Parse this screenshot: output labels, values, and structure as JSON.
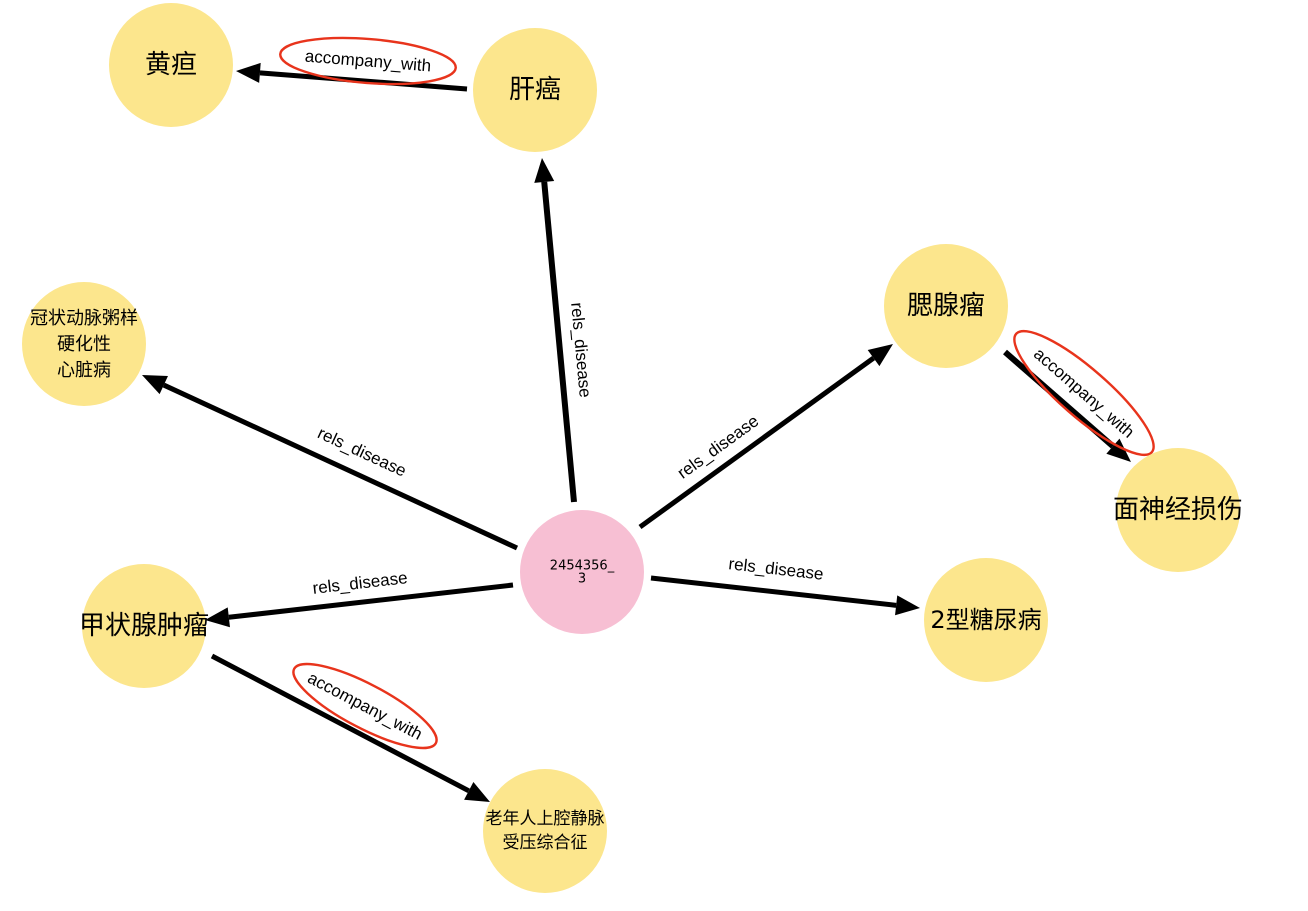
{
  "colors": {
    "entity_node": "#fce68d",
    "record_node": "#f7bfd3",
    "edge": "#000000",
    "highlight": "#e8341c"
  },
  "nodes": [
    {
      "id": "center",
      "kind": "record",
      "label": "2454356_\n3"
    },
    {
      "id": "huangdan",
      "kind": "entity",
      "label": "黄疸"
    },
    {
      "id": "ganai",
      "kind": "entity",
      "label": "肝癌"
    },
    {
      "id": "guanxin",
      "kind": "entity",
      "label": "冠状动脉粥样\n硬化性\n心脏病"
    },
    {
      "id": "saixian",
      "kind": "entity",
      "label": "腮腺瘤"
    },
    {
      "id": "mianshenjing",
      "kind": "entity",
      "label": "面神经损伤"
    },
    {
      "id": "jiazhuangxian",
      "kind": "entity",
      "label": "甲状腺肿瘤"
    },
    {
      "id": "tangniao",
      "kind": "entity",
      "label": "2型糖尿病"
    },
    {
      "id": "laonian",
      "kind": "entity",
      "label": "老年人上腔静脉\n受压综合征"
    }
  ],
  "edges": [
    {
      "from": "ganai",
      "to": "huangdan",
      "label": "accompany_with",
      "highlighted": true
    },
    {
      "from": "center",
      "to": "ganai",
      "label": "rels_disease",
      "highlighted": false
    },
    {
      "from": "center",
      "to": "guanxin",
      "label": "rels_disease",
      "highlighted": false
    },
    {
      "from": "center",
      "to": "saixian",
      "label": "rels_disease",
      "highlighted": false
    },
    {
      "from": "saixian",
      "to": "mianshenjing",
      "label": "accompany_with",
      "highlighted": true
    },
    {
      "from": "center",
      "to": "jiazhuangxian",
      "label": "rels_disease",
      "highlighted": false
    },
    {
      "from": "center",
      "to": "tangniao",
      "label": "rels_disease",
      "highlighted": false
    },
    {
      "from": "jiazhuangxian",
      "to": "laonian",
      "label": "accompany_with",
      "highlighted": true
    }
  ]
}
